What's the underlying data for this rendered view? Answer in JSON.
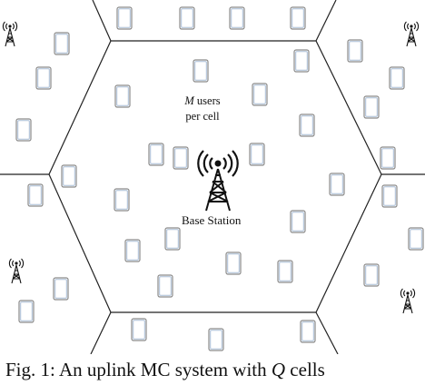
{
  "labels": {
    "users_var": "M",
    "users_line1_rest": " users",
    "users_line2": "per cell",
    "base_station": "Base Station"
  },
  "caption": {
    "prefix": "Fig. 1: An uplink MC system with ",
    "var": "Q",
    "suffix": " cells"
  },
  "colors": {
    "line": "#222222",
    "phone_frame": "#8a8a8a",
    "phone_border": "#7f98b8"
  },
  "icons": {
    "base_station": "radio-tower-icon",
    "user": "mobile-phone-icon"
  }
}
